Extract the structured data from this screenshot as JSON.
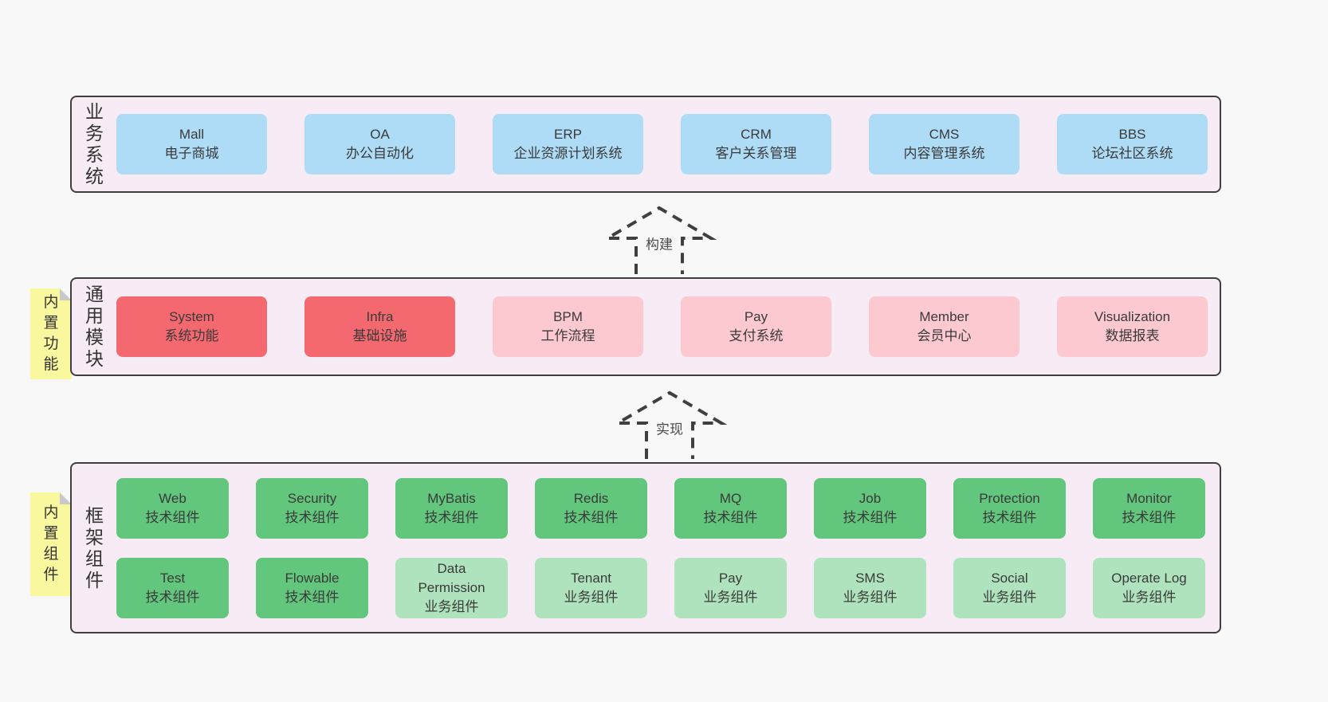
{
  "colors": {
    "page_bg": "#f8f8f8",
    "band_bg": "#f7ecf5",
    "band_border": "#3f3f3f",
    "text": "#3a3a3a",
    "blue": "#aedcf7",
    "red": "#f4696f",
    "pink": "#fcc9d1",
    "green_dark": "#62c67d",
    "green_light": "#afe3bd",
    "yellow": "#faf89e",
    "fold_gray": "#c9c9c9"
  },
  "arrows": [
    {
      "label": "构建"
    },
    {
      "label": "实现"
    }
  ],
  "bands": [
    {
      "label": "业务系统",
      "boxes": [
        {
          "name": "Mall",
          "subtitle": "电子商城"
        },
        {
          "name": "OA",
          "subtitle": "办公自动化"
        },
        {
          "name": "ERP",
          "subtitle": "企业资源计划系统"
        },
        {
          "name": "CRM",
          "subtitle": "客户关系管理"
        },
        {
          "name": "CMS",
          "subtitle": "内容管理系统"
        },
        {
          "name": "BBS",
          "subtitle": "论坛社区系统"
        }
      ]
    },
    {
      "label": "通用模块",
      "sticky": "内置功能",
      "boxes": [
        {
          "name": "System",
          "subtitle": "系统功能"
        },
        {
          "name": "Infra",
          "subtitle": "基础设施"
        },
        {
          "name": "BPM",
          "subtitle": "工作流程"
        },
        {
          "name": "Pay",
          "subtitle": "支付系统"
        },
        {
          "name": "Member",
          "subtitle": "会员中心"
        },
        {
          "name": "Visualization",
          "subtitle": "数据报表"
        }
      ]
    },
    {
      "label": "框架组件",
      "sticky": "内置组件",
      "row1": [
        {
          "name": "Web",
          "subtitle": "技术组件"
        },
        {
          "name": "Security",
          "subtitle": "技术组件"
        },
        {
          "name": "MyBatis",
          "subtitle": "技术组件"
        },
        {
          "name": "Redis",
          "subtitle": "技术组件"
        },
        {
          "name": "MQ",
          "subtitle": "技术组件"
        },
        {
          "name": "Job",
          "subtitle": "技术组件"
        },
        {
          "name": "Protection",
          "subtitle": "技术组件"
        },
        {
          "name": "Monitor",
          "subtitle": "技术组件"
        }
      ],
      "row2": [
        {
          "name": "Test",
          "subtitle": "技术组件"
        },
        {
          "name": "Flowable",
          "subtitle": "技术组件"
        },
        {
          "name": "Data Permission",
          "subtitle": "业务组件"
        },
        {
          "name": "Tenant",
          "subtitle": "业务组件"
        },
        {
          "name": "Pay",
          "subtitle": "业务组件"
        },
        {
          "name": "SMS",
          "subtitle": "业务组件"
        },
        {
          "name": "Social",
          "subtitle": "业务组件"
        },
        {
          "name": "Operate Log",
          "subtitle": "业务组件"
        }
      ]
    }
  ]
}
